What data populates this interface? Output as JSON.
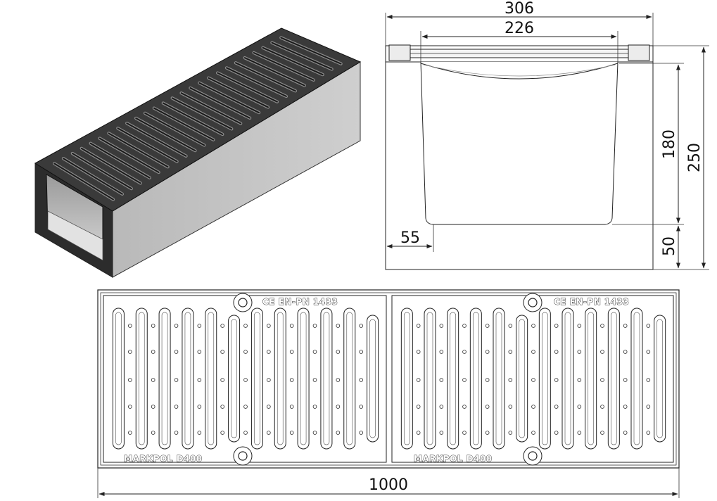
{
  "dimensions": {
    "top_width": "306",
    "inner_width": "226",
    "inner_depth": "180",
    "total_height": "250",
    "wall_thickness": "55",
    "base_thickness": "50",
    "length": "1000"
  },
  "grate_markings": {
    "left_top": "CE  EN-PN 1433",
    "right_top": "CE  EN-PN 1433",
    "left_bottom": "MARKPOL   D400",
    "right_bottom": "MARKPOL   D400"
  }
}
